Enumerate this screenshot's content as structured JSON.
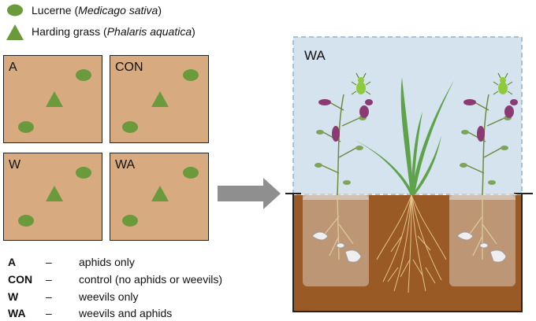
{
  "legend": {
    "lucerne": {
      "name": "Lucerne",
      "latin": "Medicago sativa"
    },
    "grass": {
      "name": "Harding grass",
      "latin": "Phalaris aquatica"
    }
  },
  "plots": [
    {
      "label": "A"
    },
    {
      "label": "CON"
    },
    {
      "label": "W"
    },
    {
      "label": "WA"
    }
  ],
  "key": [
    {
      "code": "A",
      "dash": "–",
      "desc": "aphids only"
    },
    {
      "code": "CON",
      "dash": "–",
      "desc": "control (no aphids or weevils)"
    },
    {
      "code": "W",
      "dash": "–",
      "desc": "weevils only"
    },
    {
      "code": "WA",
      "dash": "–",
      "desc": "weevils and aphids"
    }
  ],
  "pot": {
    "label": "WA"
  },
  "colors": {
    "plant_green": "#6b9a3d",
    "plot_fill": "#d7aa80",
    "sky": "#d5e3ef",
    "soil": "#9a5a26",
    "arrow": "#8f8f8f",
    "flower": "#8c3a73"
  }
}
